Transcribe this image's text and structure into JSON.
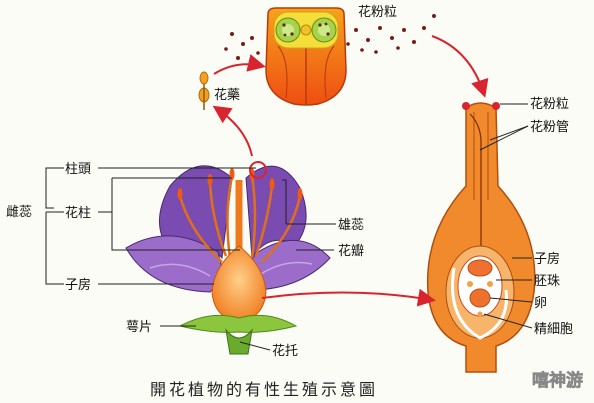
{
  "title": "開花植物的有性生殖示意圖",
  "labels": {
    "pollen_top": "花粉粒",
    "anther": "花藥",
    "stigma": "柱頭",
    "style": "花柱",
    "pistil": "雌蕊",
    "ovary_left": "子房",
    "sepal": "萼片",
    "receptacle": "花托",
    "stamen": "雄蕊",
    "petal": "花瓣",
    "pollen_right": "花粉粒",
    "pollen_tube": "花粉管",
    "ovary_right": "子房",
    "ovule": "胚珠",
    "egg": "卵",
    "sperm": "精細胞"
  },
  "watermark": "嘻神游",
  "colors": {
    "petal": "#7a4bb0",
    "petal_light": "#b48ad8",
    "ovary": "#f08020",
    "anther": "#f05a12",
    "sepal": "#8cc63e",
    "arrow": "#d9232f"
  }
}
